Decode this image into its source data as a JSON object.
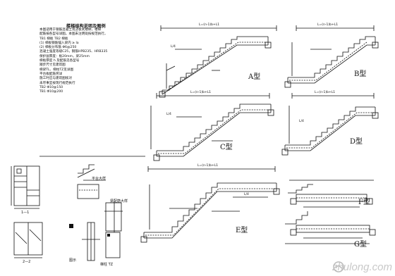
{
  "notes": {
    "title": "楼梯结构说明及图例",
    "lines": [
      "本图适用于钢筋混凝土现浇板式楼梯，楼梯",
      "配筋按各型号详图。本图未注明处按规范执行。",
      "TB1  梯板  TB2  梯板",
      "(1)  梯板钢筋锚入梁内 ≥ la",
      "(2)  梯板分布筋 Φ6@250",
      "混凝土强度等级C25，钢筋HPB235、HRB335",
      "保护层厚度：板20mm，梁25mm",
      "梯板厚度 h 及配筋见各型号",
      "踏步尺寸见建筑图",
      "梯梁TL、梯柱TZ见详图",
      "平台板配筋另详",
      "施工时应与建筑图核对",
      "未尽事宜按现行规范执行",
      "TB2  Φ10@150",
      "TB1  Φ10@200"
    ]
  },
  "types": {
    "A": "A型",
    "B": "B型",
    "C": "C型",
    "D": "D型",
    "E": "E型",
    "F": "F型",
    "G": "G型"
  },
  "dims": {
    "L_top": "L=(n-1)b+L1",
    "L4": "L/4",
    "L3": "L/3",
    "H": "H"
  },
  "small_labels": {
    "stair_detail": "平台大样",
    "section_1": "1—1",
    "section_2": "2—2",
    "diagram": "图示",
    "column": "梯柱 TZ",
    "beam_detail": "梁配筋大样"
  },
  "watermark": "zhulong.com"
}
